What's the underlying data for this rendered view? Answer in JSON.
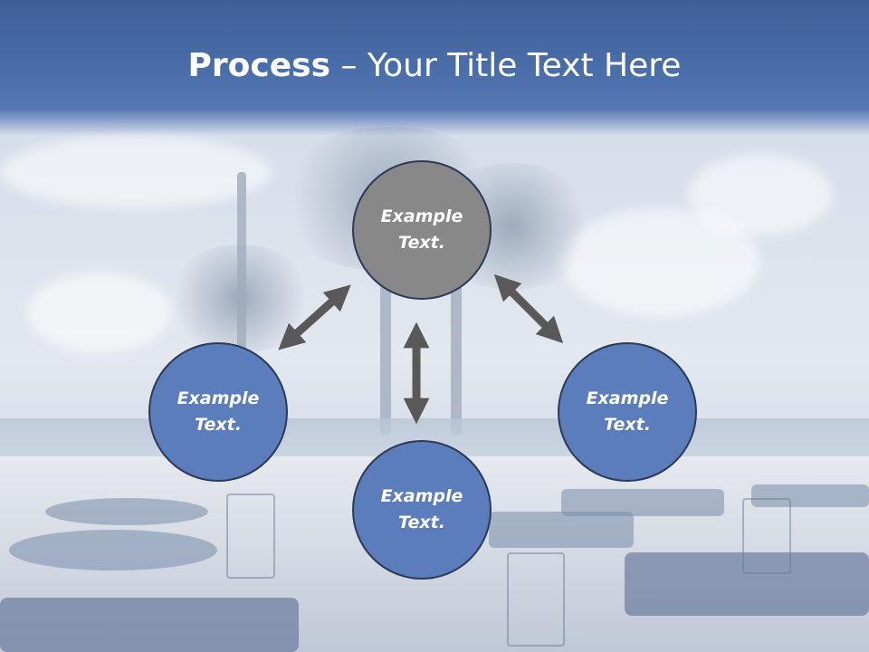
{
  "slide": {
    "title_bold": "Process",
    "title_rest": " – Your Title Text Here"
  },
  "diagram": {
    "nodes": [
      {
        "id": "top",
        "label": "Example\nText.",
        "color": "#888888"
      },
      {
        "id": "left",
        "label": "Example\nText.",
        "color": "#5b7dbb"
      },
      {
        "id": "bottom",
        "label": "Example\nText.",
        "color": "#5b7dbb"
      },
      {
        "id": "right",
        "label": "Example\nText.",
        "color": "#5b7dbb"
      }
    ],
    "arrow_color": "#595959"
  }
}
